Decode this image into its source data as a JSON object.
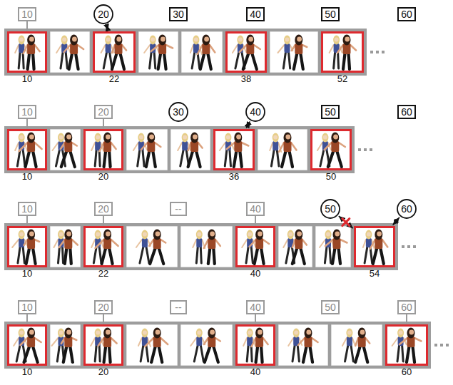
{
  "diagram": {
    "nodes": [
      {
        "text": [
          "10"
        ]
      },
      {
        "text": [
          "20"
        ]
      },
      {
        "text": [
          "30"
        ]
      },
      {
        "text": [
          "40"
        ]
      },
      {
        "text": [
          "50"
        ]
      },
      {
        "text": [
          "60"
        ]
      },
      {
        "text": [
          "10"
        ]
      },
      {
        "text": [
          "22"
        ]
      },
      {
        "text": [
          "38"
        ]
      },
      {
        "text": [
          "52"
        ]
      },
      {
        "text": [
          "10"
        ]
      },
      {
        "text": [
          "20"
        ]
      },
      {
        "text": [
          "30"
        ]
      },
      {
        "text": [
          "40"
        ]
      },
      {
        "text": [
          "50"
        ]
      },
      {
        "text": [
          "60"
        ]
      },
      {
        "text": [
          "10"
        ]
      },
      {
        "text": [
          "20"
        ]
      },
      {
        "text": [
          "36"
        ]
      },
      {
        "text": [
          "50"
        ]
      },
      {
        "text": [
          "10"
        ]
      },
      {
        "text": [
          "20"
        ]
      },
      {
        "text": [
          "--"
        ]
      },
      {
        "text": [
          "40"
        ]
      },
      {
        "text": [
          "50"
        ]
      },
      {
        "text": [
          "60"
        ]
      },
      {
        "text": [
          "10"
        ]
      },
      {
        "text": [
          "22"
        ]
      },
      {
        "text": [
          "40"
        ]
      },
      {
        "text": [
          "54"
        ]
      },
      {
        "text": [
          "10"
        ]
      },
      {
        "text": [
          "20"
        ]
      },
      {
        "text": [
          "--"
        ]
      },
      {
        "text": [
          "40"
        ]
      },
      {
        "text": [
          "50"
        ]
      },
      {
        "text": [
          "60"
        ]
      },
      {
        "text": [
          "10"
        ]
      },
      {
        "text": [
          "20"
        ]
      },
      {
        "text": [
          "40"
        ]
      },
      {
        "text": [
          "60"
        ]
      }
    ],
    "edges": [
      {
        "from": 0,
        "to": 6,
        "arrow": "none"
      },
      {
        "from": 1,
        "to": 7,
        "arrow": "both"
      },
      {
        "from": 10,
        "to": 16,
        "arrow": "none"
      },
      {
        "from": 11,
        "to": 17,
        "arrow": "none"
      },
      {
        "from": 13,
        "to": 18,
        "arrow": "both"
      },
      {
        "from": 20,
        "to": 26,
        "arrow": "none"
      },
      {
        "from": 21,
        "to": 27,
        "arrow": "none"
      },
      {
        "from": 23,
        "to": 28,
        "arrow": "none"
      },
      {
        "from": 24,
        "to": 29,
        "arrow": "both"
      },
      {
        "from": 25,
        "to": 29,
        "arrow": "both"
      },
      {
        "from": 30,
        "to": 36,
        "arrow": "none"
      },
      {
        "from": 31,
        "to": 37,
        "arrow": "none"
      },
      {
        "from": 33,
        "to": 38,
        "arrow": "none"
      },
      {
        "from": 35,
        "to": 39,
        "arrow": "none"
      }
    ]
  }
}
